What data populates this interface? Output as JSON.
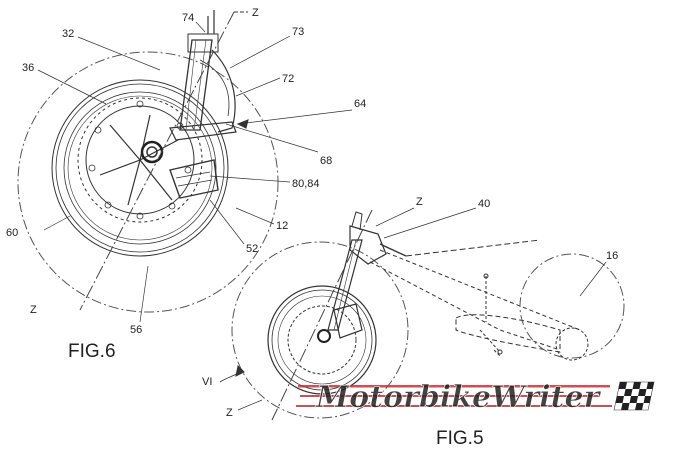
{
  "figures": {
    "fig6": {
      "caption": "FIG.6",
      "labels": {
        "l74": "74",
        "lz_top": "Z",
        "l32": "32",
        "l73": "73",
        "l36": "36",
        "l72": "72",
        "l64": "64",
        "l68": "68",
        "l8084": "80,84",
        "l12": "12",
        "l60": "60",
        "l52": "52",
        "lz_bottom": "Z",
        "l56": "56"
      }
    },
    "fig5": {
      "caption": "FIG.5",
      "labels": {
        "lz_top": "Z",
        "l40": "40",
        "l16": "16",
        "lvi": "VI",
        "lz_bottom": "Z"
      }
    }
  },
  "watermark": {
    "text": "MotorbikeWriter",
    "color": "#c0262b"
  }
}
